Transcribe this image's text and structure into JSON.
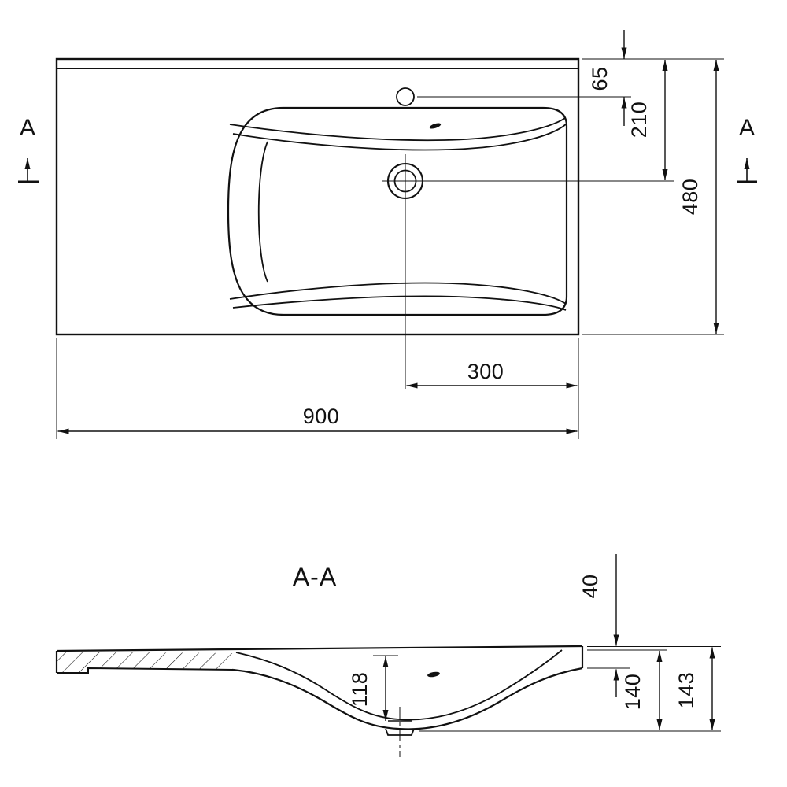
{
  "drawing": {
    "type": "washbasin technical drawing",
    "line_color": "#111111",
    "background": "#ffffff",
    "section_title": "A-A",
    "section_marker_left": "A",
    "section_marker_right": "A",
    "top_view": {
      "dim_faucet_offset": "65",
      "dim_drain_offset": "210",
      "dim_depth": "480",
      "dim_drain_from_right": "300",
      "dim_width": "900"
    },
    "section_view": {
      "dim_rim_height": "40",
      "dim_bowl_depth": "118",
      "dim_height_front": "140",
      "dim_height_total": "143"
    }
  }
}
